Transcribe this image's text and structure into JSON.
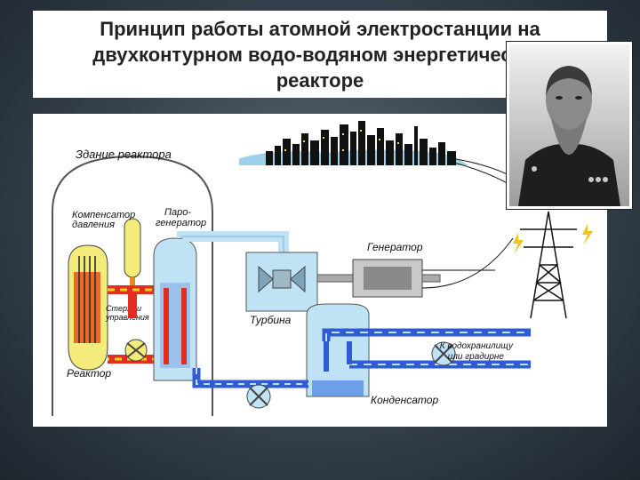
{
  "title": {
    "line1": "Принцип работы атомной электростанции на",
    "line2": "двухконтурном водо-водяном энергетическом",
    "line3": "реакторе"
  },
  "diagram": {
    "labels": {
      "building": "Здание реактора",
      "pressurizer_line1": "Компенсатор",
      "pressurizer_line2": "давления",
      "steam_gen_line1": "Паро-",
      "steam_gen_line2": "генератор",
      "control_rods_line1": "Стержни",
      "control_rods_line2": "управления",
      "reactor": "Реактор",
      "turbine": "Турбина",
      "generator": "Генератор",
      "condenser": "Конденсатор",
      "reservoir_line1": "К водохранилищу",
      "reservoir_line2": "или градирне"
    },
    "colors": {
      "primary_loop": "#e32d1f",
      "primary_dash": "#f5d21a",
      "secondary_loop": "#2f5bd9",
      "steam": "#bfe3f5",
      "reactor_vessel": "#f3ec7a"
    }
  },
  "portrait": {
    "icon": "portrait-photo"
  }
}
